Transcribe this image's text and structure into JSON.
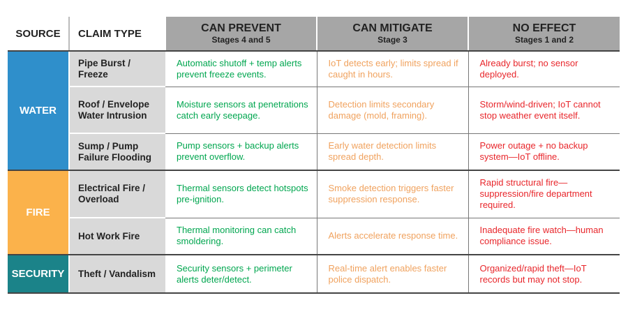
{
  "colors": {
    "water": "#2f8fcb",
    "fire": "#fbb24b",
    "security": "#1b8389",
    "header_gray": "#a6a6a6",
    "claim_gray": "#d9d9d9",
    "prevent_text": "#00a64f",
    "mitigate_text": "#f0a25e",
    "noeffect_text": "#e8262b"
  },
  "header": {
    "source": "SOURCE",
    "claim_type": "CLAIM TYPE",
    "can_prevent": "CAN PREVENT",
    "can_prevent_sub": "Stages 4 and 5",
    "can_mitigate": "CAN MITIGATE",
    "can_mitigate_sub": "Stage 3",
    "no_effect": "NO EFFECT",
    "no_effect_sub": "Stages 1 and 2"
  },
  "groups": {
    "water": "WATER",
    "fire": "FIRE",
    "security": "SECURITY"
  },
  "rows": [
    {
      "claim": "Pipe Burst / Freeze",
      "prevent": "Automatic shutoff + temp alerts prevent freeze events.",
      "mitigate": "IoT detects early; limits spread if caught in hours.",
      "no_effect": "Already burst; no sensor deployed."
    },
    {
      "claim": "Roof / Envelope Water Intrusion",
      "prevent": "Moisture sensors at penetrations catch early seepage.",
      "mitigate": "Detection limits secondary damage (mold, framing).",
      "no_effect": "Storm/wind-driven; IoT cannot stop weather event itself."
    },
    {
      "claim": "Sump / Pump Failure Flooding",
      "prevent": "Pump sensors + backup alerts prevent overflow.",
      "mitigate": "Early water detection limits spread depth.",
      "no_effect": "Power outage + no backup system—IoT offline."
    },
    {
      "claim": "Electrical Fire / Overload",
      "prevent": "Thermal sensors detect hotspots pre-ignition.",
      "mitigate": "Smoke detection triggers faster suppression response.",
      "no_effect": "Rapid structural fire—suppression/fire department required."
    },
    {
      "claim": "Hot Work Fire",
      "prevent": "Thermal monitoring can catch smoldering.",
      "mitigate": "Alerts accelerate response time.",
      "no_effect": "Inadequate fire watch—human compliance issue."
    },
    {
      "claim": "Theft / Vandalism",
      "prevent": "Security sensors + perimeter alerts deter/detect.",
      "mitigate": "Real-time alert enables faster police dispatch.",
      "no_effect": "Organized/rapid theft—IoT records but may not stop."
    }
  ]
}
